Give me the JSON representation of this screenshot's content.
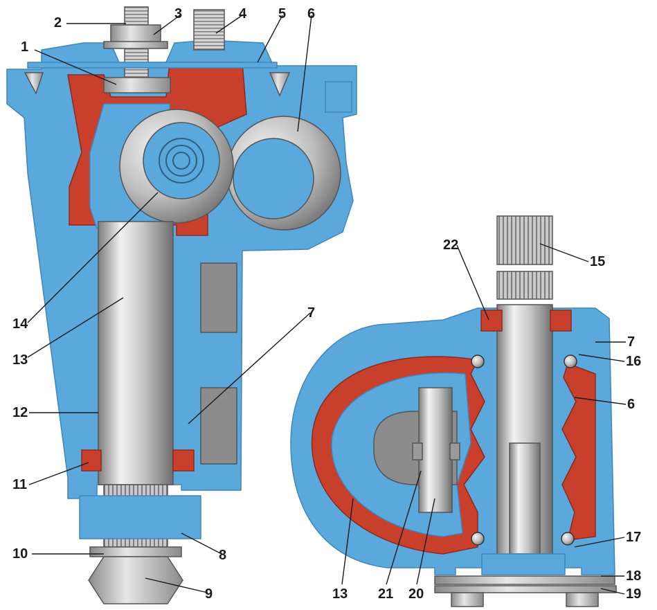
{
  "colors": {
    "housing": "#5aa8dc",
    "housing_dark": "#3f86bd",
    "cavity": "#c8402c",
    "steel_light": "#e8e8e8",
    "steel_mid": "#b8b8b8",
    "steel_dark": "#7d7d7d",
    "text": "#1a1a1a"
  },
  "labels": {
    "l1": "1",
    "l2": "2",
    "l3": "3",
    "l4": "4",
    "l5": "5",
    "l6": "6",
    "l7": "7",
    "l8": "8",
    "l9": "9",
    "l10": "10",
    "l11": "11",
    "l12": "12",
    "l13": "13",
    "l14": "14",
    "r6": "6",
    "r7": "7",
    "r13": "13",
    "r15": "15",
    "r16": "16",
    "r17": "17",
    "r18": "18",
    "r19": "19",
    "r20": "20",
    "r21": "21",
    "r22": "22"
  }
}
